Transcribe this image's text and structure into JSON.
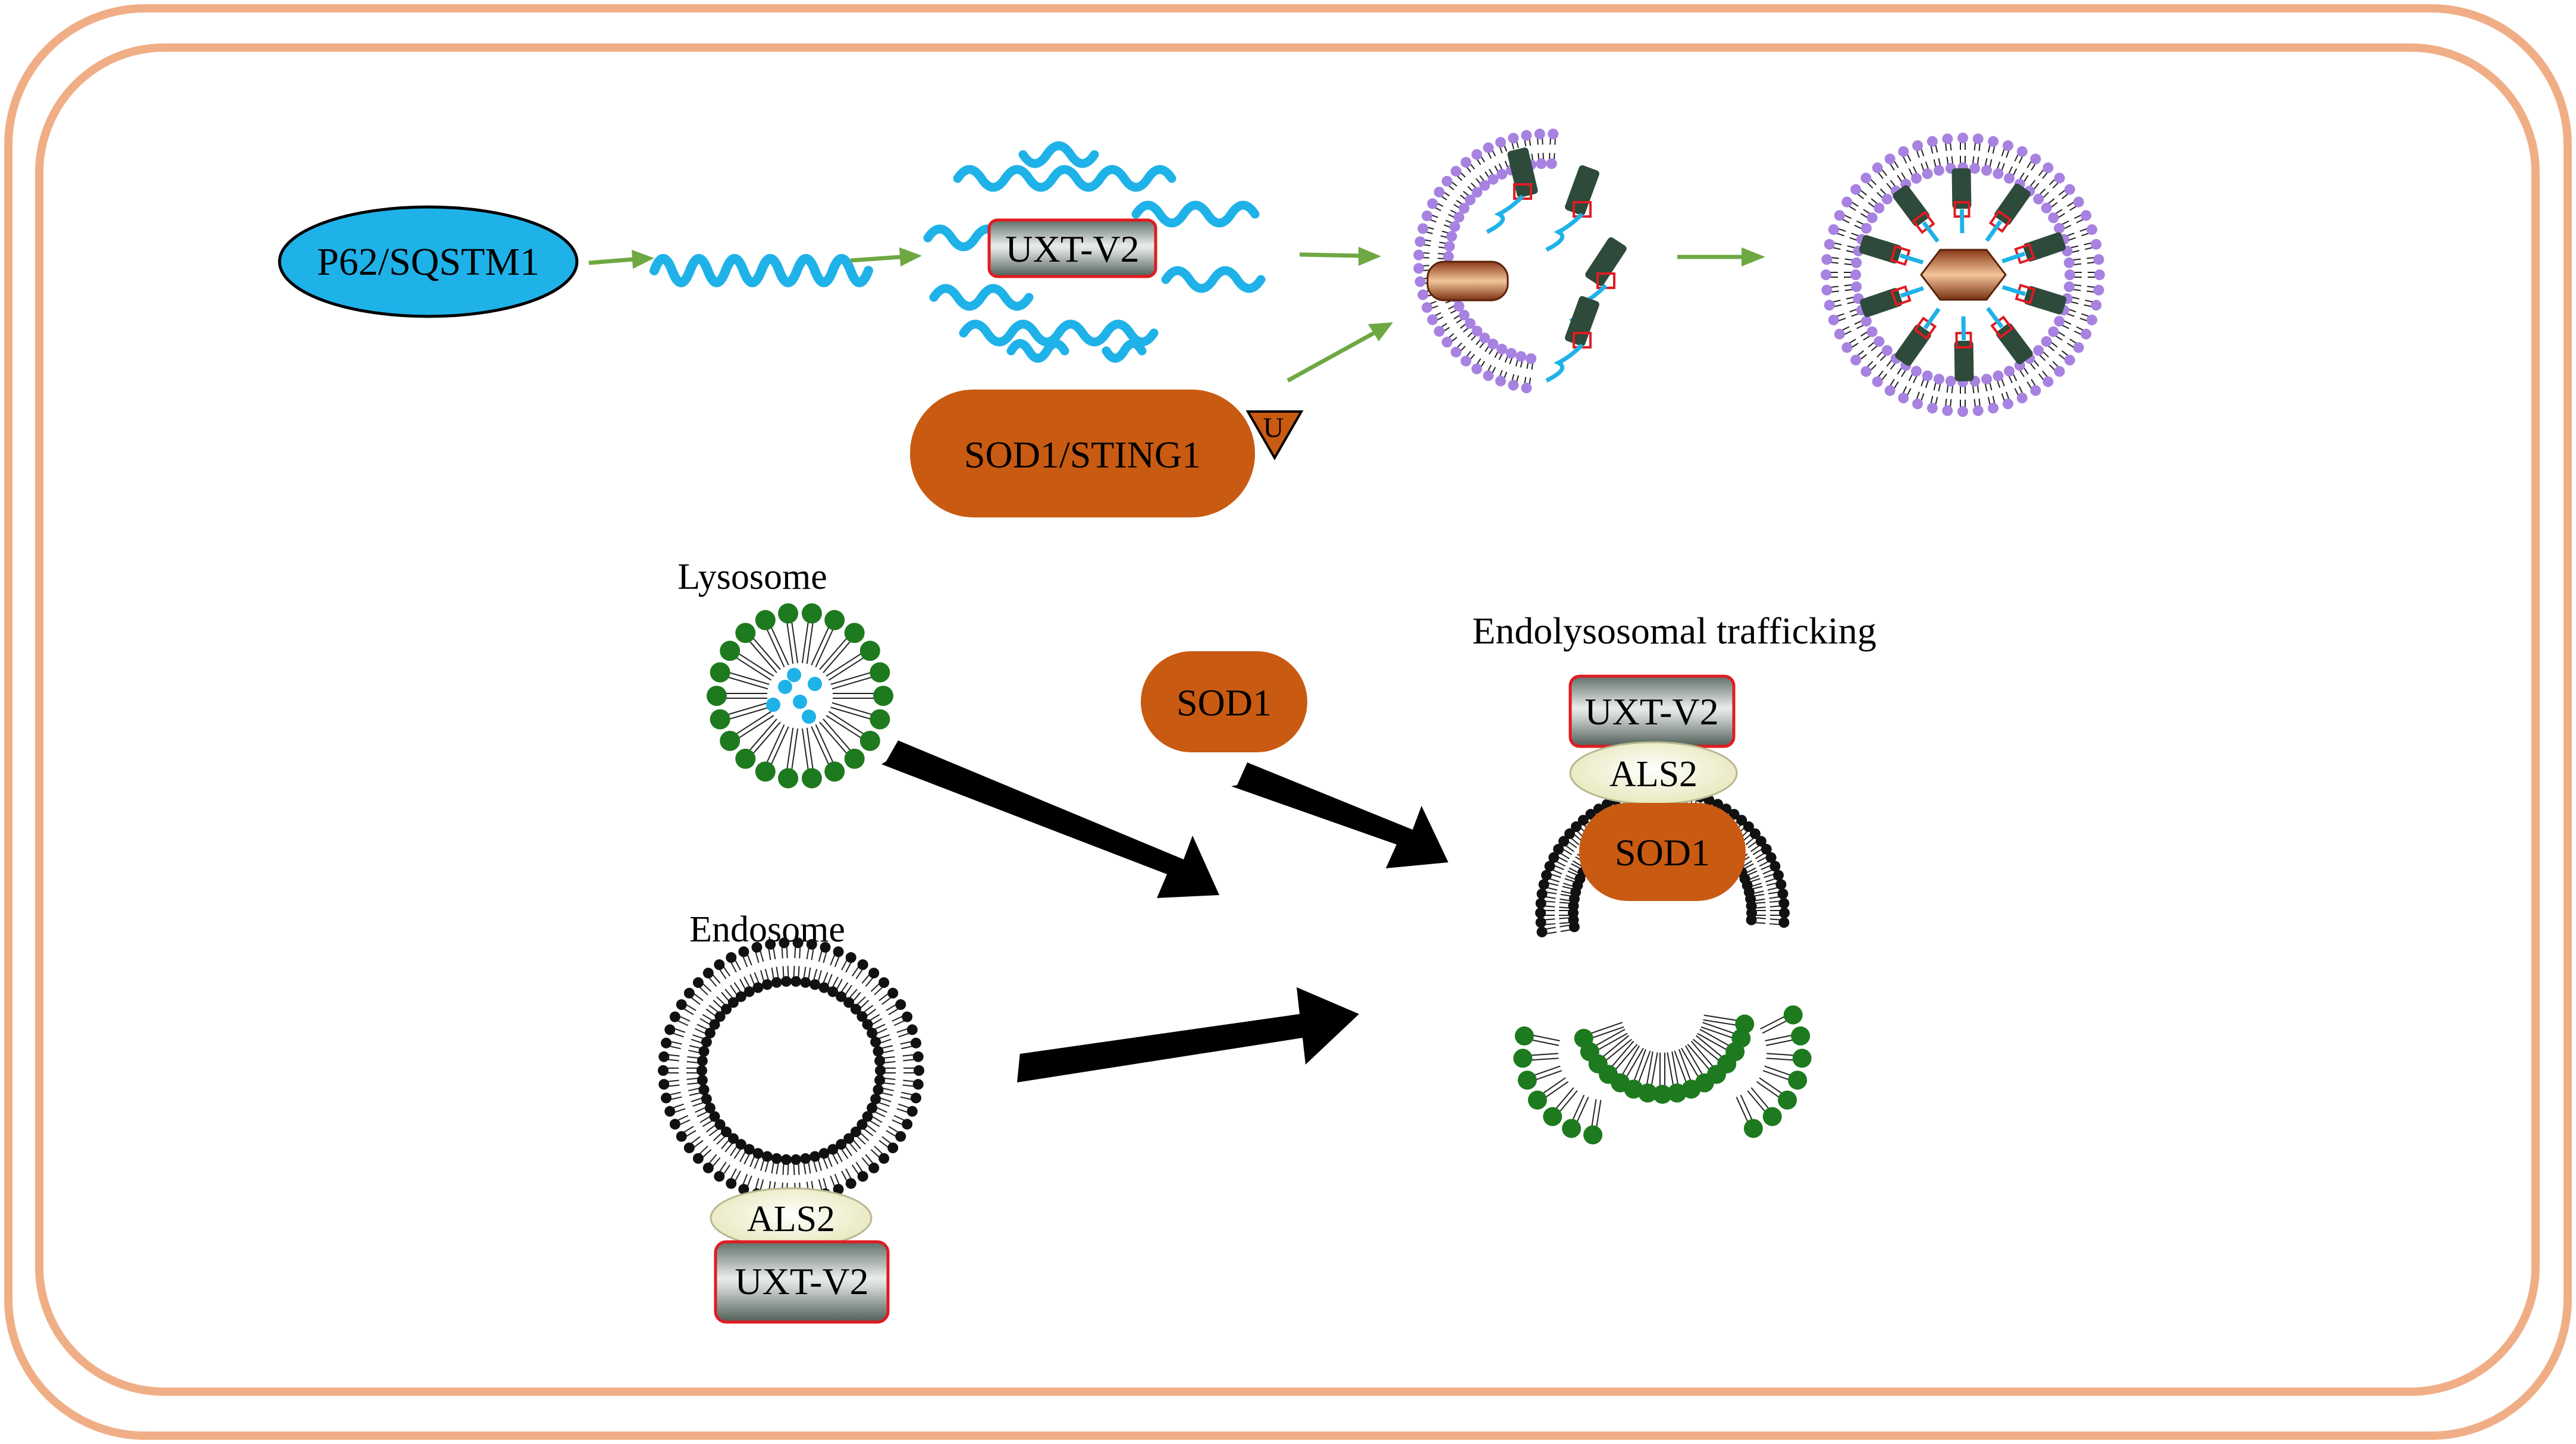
{
  "colors": {
    "cell_border": "#f0ae86",
    "p62_fill": "#1fb2e8",
    "helix": "#1fb2e8",
    "uxt_border": "#e01b22",
    "sod1_fill": "#c85a12",
    "als2_fill": "#f0f0c8",
    "lipid_head_black": "#111111",
    "lipid_head_green": "#1e7a1e",
    "lipid_head_purple": "#a782e0",
    "arrow_green": "#6ea842",
    "arrow_black": "#000000",
    "cargo_fill": "#b05a2e",
    "receptor": "#2d4a3a"
  },
  "labels": {
    "p62": "P62/SQSTM1",
    "uxt_top": "UXT-V2",
    "sod1_sting1": "SOD1/STING1",
    "ubiquitin": "U",
    "lysosome": "Lysosome",
    "endosome": "Endosome",
    "sod1_free": "SOD1",
    "endolysosomal": "Endolysosomal trafficking",
    "uxt_right": "UXT-V2",
    "als2_right": "ALS2",
    "sod1_right": "SOD1",
    "als2_bottom": "ALS2",
    "uxt_bottom": "UXT-V2"
  },
  "icons": {
    "helix": "alpha-helix-icon",
    "phagophore": "phagophore-icon",
    "autophagosome": "autophagosome-icon",
    "lysosome": "lysosome-vesicle-icon",
    "endosome": "endosome-vesicle-icon",
    "endolysosome": "endolysosome-fusion-icon"
  }
}
